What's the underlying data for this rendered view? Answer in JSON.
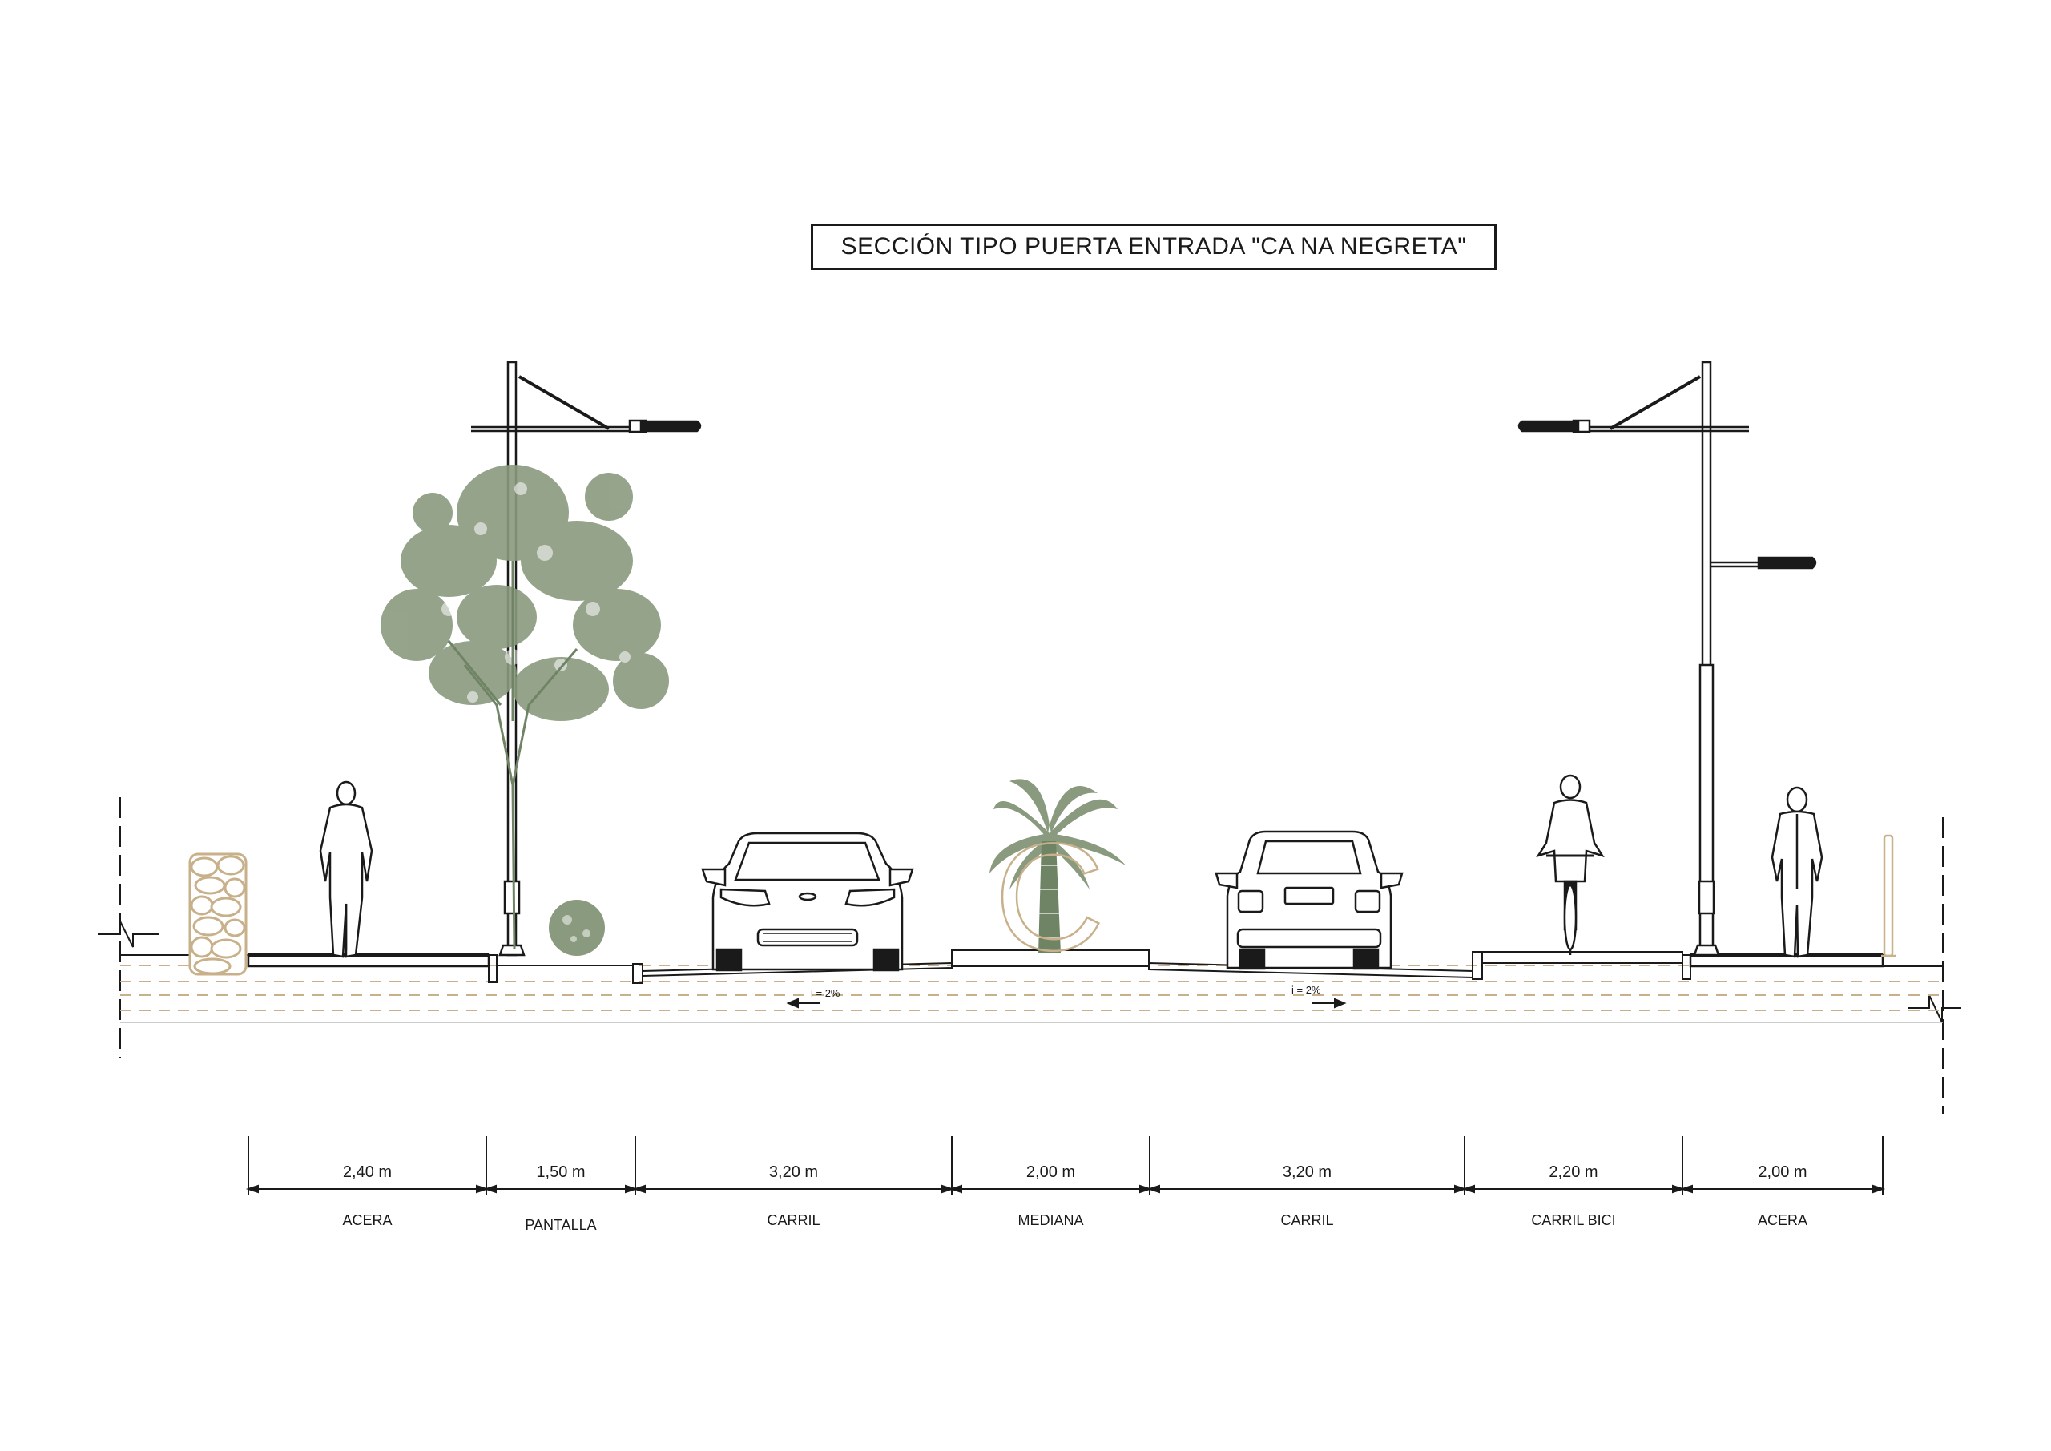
{
  "title": "SECCIÓN TIPO PUERTA ENTRADA \"CA NA NEGRETA\"",
  "colors": {
    "line": "#1a1a1a",
    "vegetation": "#8a9a7e",
    "vegetation_dark": "#6f8465",
    "stone_accent": "#c8b08a",
    "subsoil_dash": "#c8b08a"
  },
  "section": {
    "zones": [
      {
        "width": "2,40 m",
        "label": "ACERA"
      },
      {
        "width": "1,50 m",
        "label": "PANTALLA"
      },
      {
        "width": "3,20 m",
        "label": "CARRIL"
      },
      {
        "width": "2,00 m",
        "label": "MEDIANA"
      },
      {
        "width": "3,20 m",
        "label": "CARRIL"
      },
      {
        "width": "2,20 m",
        "label": "CARRIL BICI"
      },
      {
        "width": "2,00 m",
        "label": "ACERA"
      }
    ],
    "slopes": [
      {
        "text": "i = 2%"
      },
      {
        "text": "i = 2%"
      }
    ]
  },
  "elements": {
    "stone_wall": "stone-wall-icon",
    "pedestrian": "pedestrian-icon",
    "street_lamp": "street-lamp-icon",
    "tree": "tree-icon",
    "shrub": "shrub-icon",
    "car_front": "car-front-icon",
    "palm": "palm-tree-icon",
    "logo_letter": "C",
    "car_rear": "car-rear-icon",
    "cyclist": "cyclist-icon",
    "bollard": "bollard-icon"
  }
}
